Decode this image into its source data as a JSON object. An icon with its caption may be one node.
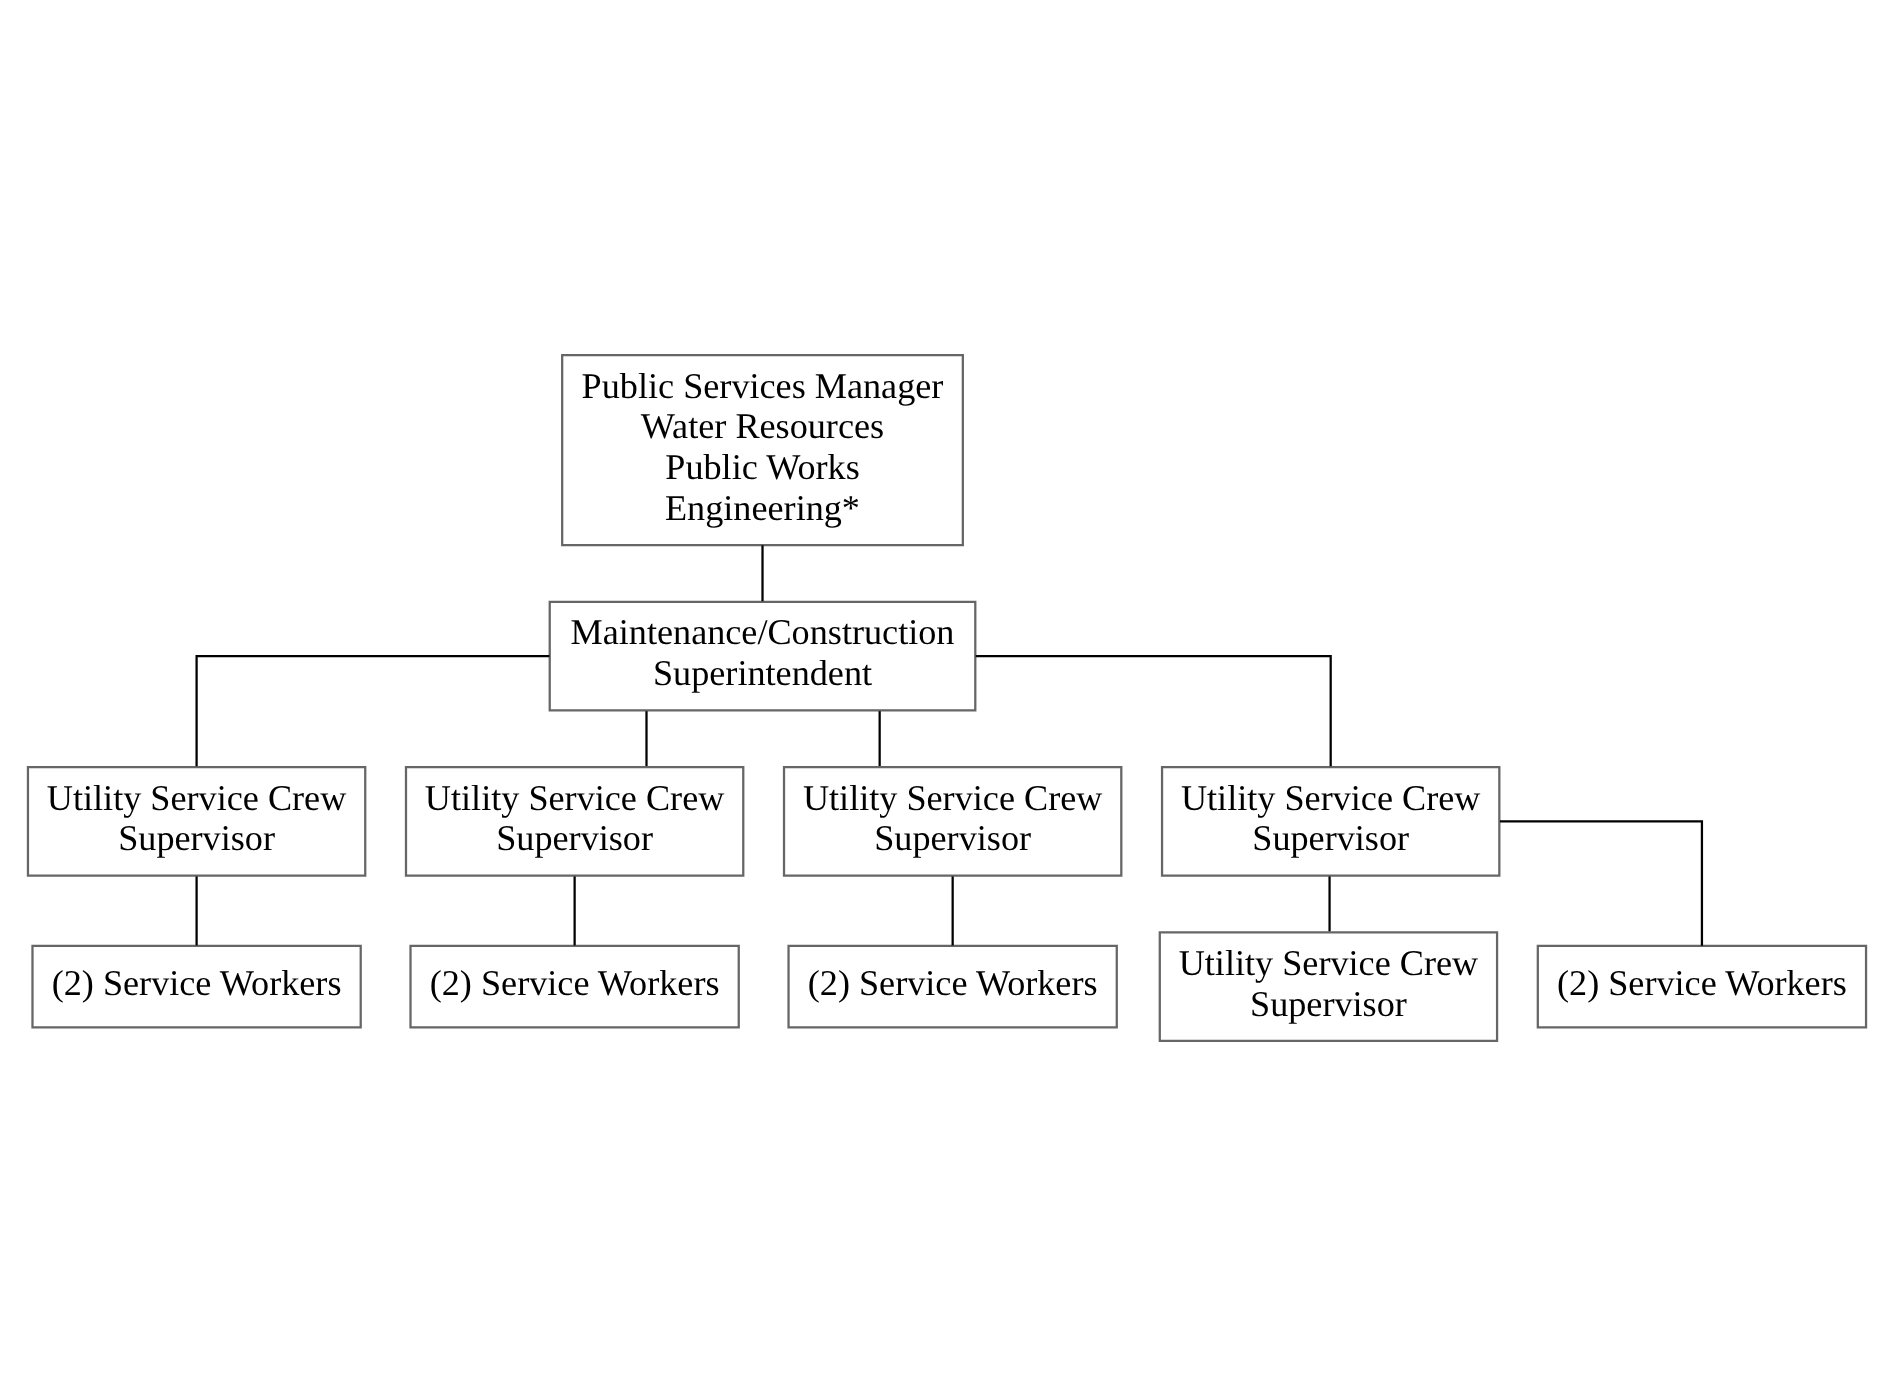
{
  "diagram": {
    "nodes": [
      {
        "text": [
          "Public Services Manager",
          "Water Resources",
          "Public Works",
          "Engineering*"
        ]
      },
      {
        "text": [
          "Maintenance/Construction Superintendent"
        ]
      },
      {
        "text": [
          "Utility Service Crew Supervisor"
        ]
      },
      {
        "text": [
          "Utility Service Crew Supervisor"
        ]
      },
      {
        "text": [
          "Utility Service Crew Supervisor"
        ]
      },
      {
        "text": [
          "Utility Service Crew Supervisor"
        ]
      },
      {
        "text": [
          "(2) Service Workers"
        ]
      },
      {
        "text": [
          "(2) Service Workers"
        ]
      },
      {
        "text": [
          "(2) Service Workers"
        ]
      },
      {
        "text": [
          "Utility Service Crew Supervisor"
        ]
      },
      {
        "text": [
          "(2) Service Workers"
        ]
      }
    ],
    "edges": [
      {
        "from": 0,
        "to": 1,
        "arrow": "none"
      },
      {
        "from": 1,
        "to": 2,
        "arrow": "none"
      },
      {
        "from": 1,
        "to": 3,
        "arrow": "none"
      },
      {
        "from": 1,
        "to": 4,
        "arrow": "none"
      },
      {
        "from": 1,
        "to": 5,
        "arrow": "none"
      },
      {
        "from": 2,
        "to": 6,
        "arrow": "none"
      },
      {
        "from": 3,
        "to": 7,
        "arrow": "none"
      },
      {
        "from": 4,
        "to": 8,
        "arrow": "none"
      },
      {
        "from": 5,
        "to": 9,
        "arrow": "none"
      },
      {
        "from": 5,
        "to": 10,
        "arrow": "none"
      }
    ]
  }
}
